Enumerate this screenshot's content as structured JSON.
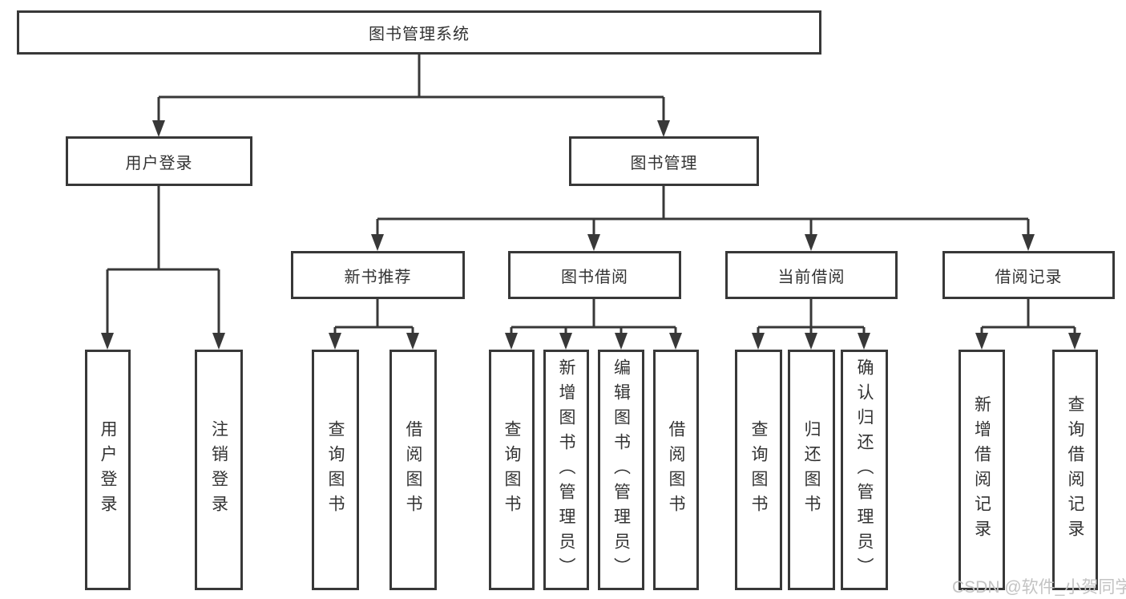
{
  "diagram": {
    "root": "图书管理系统",
    "level1": {
      "user_login": "用户登录",
      "book_mgmt": "图书管理"
    },
    "level2": {
      "new_books": "新书推荐",
      "book_borrow": "图书借阅",
      "current_borrow": "当前借阅",
      "borrow_records": "借阅记录"
    },
    "leaves": {
      "user_login": [
        "用户登录",
        "注销登录"
      ],
      "new_books": [
        "查询图书",
        "借阅图书"
      ],
      "book_borrow": [
        "查询图书",
        "新增图书（管理员）",
        "编辑图书（管理员）",
        "借阅图书"
      ],
      "current_borrow": [
        "查询图书",
        "归还图书",
        "确认归还（管理员）"
      ],
      "borrow_records": [
        "新增借阅记录",
        "查询借阅记录"
      ]
    }
  },
  "watermark": "CSDN @软件_小贺同学",
  "colors": {
    "line": "#383838",
    "text": "#333333",
    "watermark": "#c3c3c3",
    "background": "#ffffff"
  }
}
